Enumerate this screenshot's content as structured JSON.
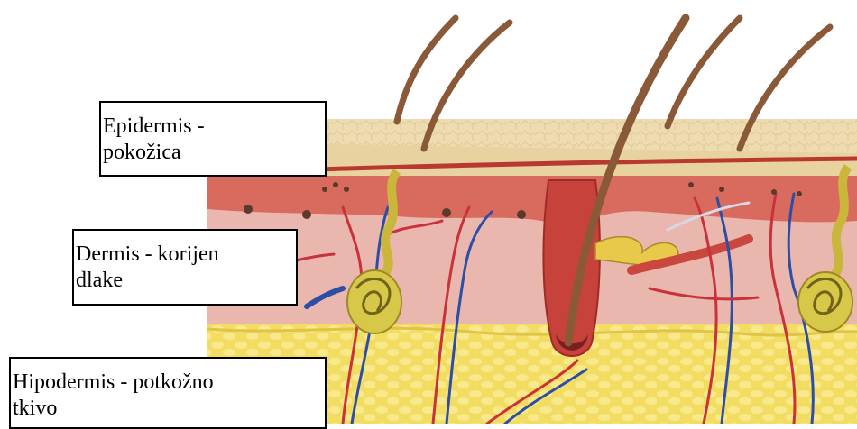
{
  "labels": {
    "epidermis": {
      "line1": "Epidermis -",
      "line2": "pokožica"
    },
    "dermis": {
      "line1": "Dermis - korijen",
      "line2": "dlake"
    },
    "hypodermis": {
      "line1": "Hipodermis - potkožno",
      "line2": "tkivo"
    }
  },
  "colors": {
    "epidermis": "#eedcb0",
    "dermis": "#eab7ae",
    "dermis_papillary": "#c8463c",
    "hypodermis": "#f2dc62",
    "hair": "#8a5a38",
    "artery": "#c9323a",
    "vein": "#2e4ea6",
    "gland": "#c9b63a"
  }
}
